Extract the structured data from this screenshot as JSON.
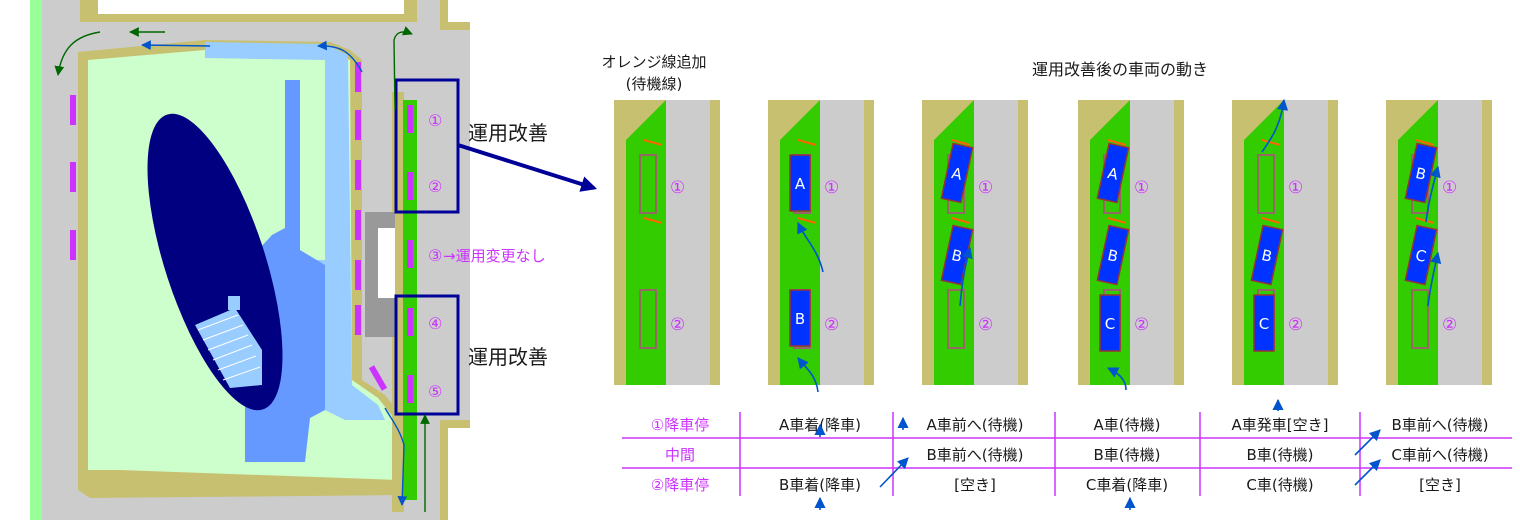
{
  "map": {
    "stop_numbers": [
      "①",
      "②",
      "③",
      "④",
      "⑤"
    ],
    "no_change_label": "→運用変更なし",
    "improvement_label": "運用改善"
  },
  "headings": {
    "orange_line": [
      "オレンジ線追加",
      "(待機線)"
    ],
    "movement_title": "運用改善後の車両の動き"
  },
  "steps": [
    {
      "stop1": "①",
      "stop2": "②",
      "vehicles": []
    },
    {
      "stop1": "①",
      "stop2": "②",
      "vehicles": [
        "A",
        "B"
      ]
    },
    {
      "stop1": "①",
      "stop2": "②",
      "vehicles": [
        "A",
        "B"
      ]
    },
    {
      "stop1": "①",
      "stop2": "②",
      "vehicles": [
        "A",
        "B",
        "C"
      ]
    },
    {
      "stop1": "①",
      "stop2": "②",
      "vehicles": [
        "B",
        "C"
      ]
    },
    {
      "stop1": "①",
      "stop2": "②",
      "vehicles": [
        "B",
        "C"
      ]
    }
  ],
  "table": {
    "row_headers": [
      "①降車停",
      "中間",
      "②降車停"
    ],
    "rows": [
      [
        "A車着(降車)",
        "A車前へ(待機)",
        "A車(待機)",
        "A車発車[空き]",
        "B車前へ(待機)"
      ],
      [
        "",
        "B車前へ(待機)",
        "B車(待機)",
        "B車(待機)",
        "C車前へ(待機)"
      ],
      [
        "B車着(降車)",
        "[空き]",
        "C車着(降車)",
        "C車(待機)",
        "[空き]"
      ]
    ]
  },
  "colors": {
    "grass": "#ccffcc",
    "road_tan": "#c8c071",
    "road_gray": "#cccccc",
    "stadium_navy": "#000080",
    "building_blue": "#6699ff",
    "plaza_blue": "#99ccff",
    "stop_magenta": "#cc33ff",
    "lane_green": "#33cc00",
    "frame_navy": "#000099",
    "arrow_blue": "#0055cc",
    "path_green": "#006600",
    "table_magenta": "#cc33ff"
  }
}
